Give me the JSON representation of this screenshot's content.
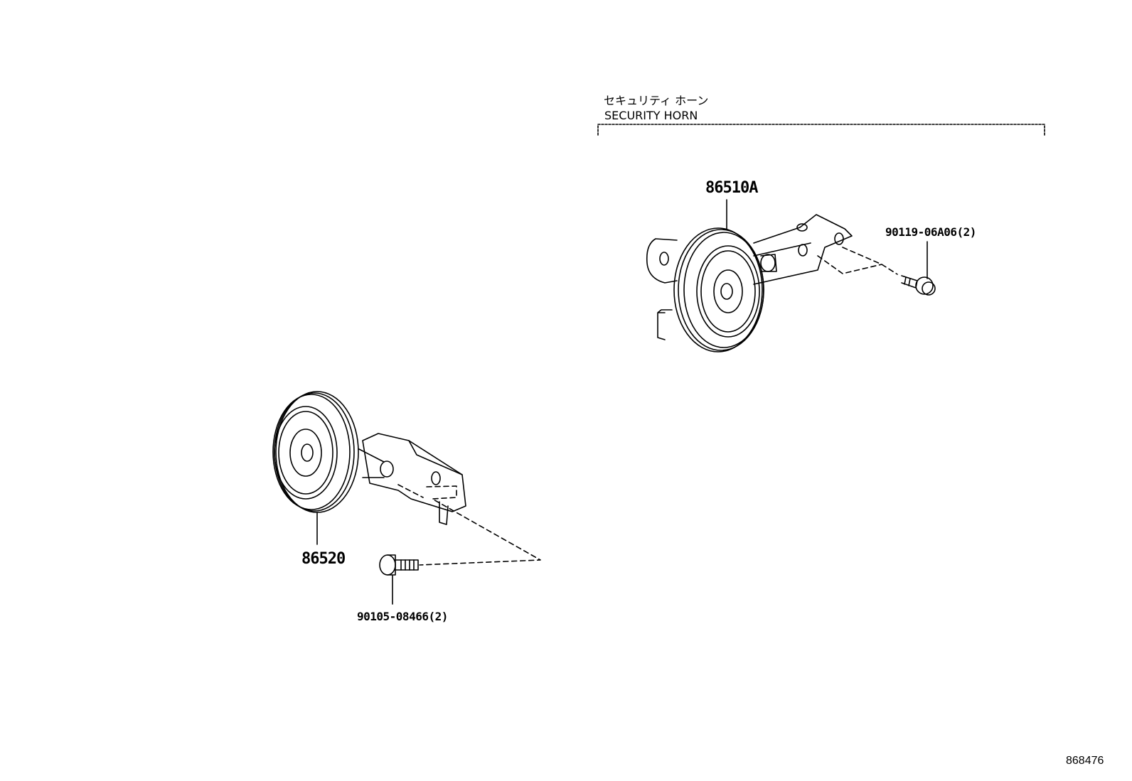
{
  "section": {
    "title_jp": "セキュリティ ホーン",
    "title_en": "SECURITY HORN"
  },
  "parts": {
    "horn_main": "86520",
    "bolt_main": "90105-08466(2)",
    "horn_security": "86510A",
    "bolt_security": "90119-06A06(2)"
  },
  "reference": "868476"
}
